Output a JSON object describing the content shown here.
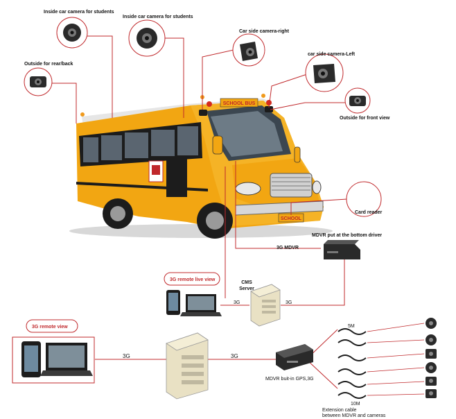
{
  "labels": {
    "inside_cam_1": "Inside car camera for students",
    "inside_cam_2": "Inside car camera for students",
    "side_right": "Car side camera-right",
    "side_left": "car side camera-Left",
    "rear_back": "Outside for rear/back",
    "front_view": "Outside for front view",
    "card_reader": "Card reader",
    "mdvr_bottom": "MDVR put at the bottom driver",
    "mdvr_3g": "3G  MDVR",
    "live_view": "3G remote live view",
    "cms_line1": "CMS",
    "cms_line2": "Server",
    "g3_left": "3G",
    "g3_right": "3G",
    "remote_view": "3G remote view",
    "g3_bottom_left": "3G",
    "g3_bottom_right": "3G",
    "mdvr_gps": "MDVR buit-in GPS,3G",
    "len_5m": "5M",
    "len_10m": "10M",
    "ext_line1": "Extension cable",
    "ext_line2": "between MDVR and cameras"
  },
  "bus_text": {
    "roof_sign": "SCHOOL BUS",
    "bumper_sign": "SCHOOL"
  },
  "colors": {
    "leader": "#c0282b",
    "bus_yellow": "#f2a612",
    "bus_dark": "#1c1c1c"
  }
}
